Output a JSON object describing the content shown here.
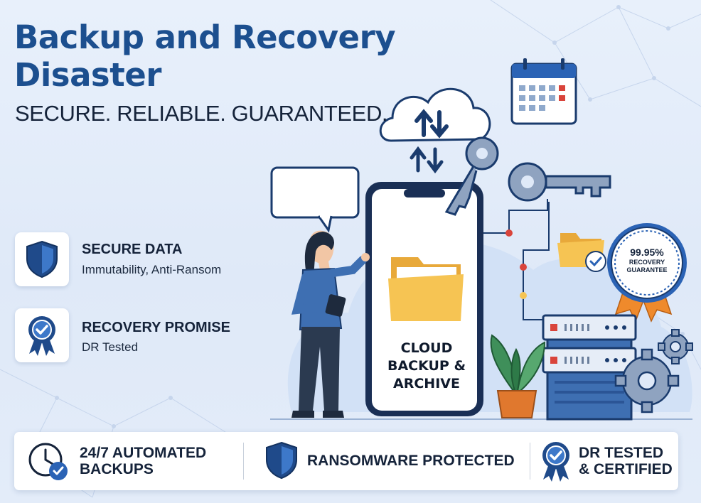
{
  "header": {
    "title_line1": "Backup and Recovery",
    "title_line2": "Disaster",
    "subtitle": "SECURE. RELIABLE. GUARANTEED."
  },
  "features": [
    {
      "title": "SECURE DATA",
      "subtitle": "Immutability, Anti-Ransom",
      "icon": "shield-icon"
    },
    {
      "title": "RECOVERY PROMISE",
      "subtitle": "DR Tested",
      "icon": "award-ribbon-icon"
    }
  ],
  "illustration": {
    "phone_label_line1": "CLOUD",
    "phone_label_line2": "BACKUP &",
    "phone_label_line3": "ARCHIVE",
    "badge_percent": "99.95%",
    "badge_line1": "RECOVERY",
    "badge_line2": "GUARANTEE"
  },
  "bottom_bar": {
    "items": [
      {
        "line1": "24/7 AUTOMATED",
        "line2": "BACKUPS",
        "icon": "clock-check-icon"
      },
      {
        "line1": "RANSOMWARE PROTECTED",
        "icon": "shield-icon"
      },
      {
        "line1": "DR TESTED",
        "line2": "& CERTIFIED",
        "icon": "award-ribbon-icon"
      }
    ]
  },
  "colors": {
    "brand_blue": "#1c4f8f",
    "accent_blue": "#2b63b5",
    "folder_yellow": "#f6c453",
    "ribbon_orange": "#ef8a2c",
    "background": "#e3ecf9"
  }
}
